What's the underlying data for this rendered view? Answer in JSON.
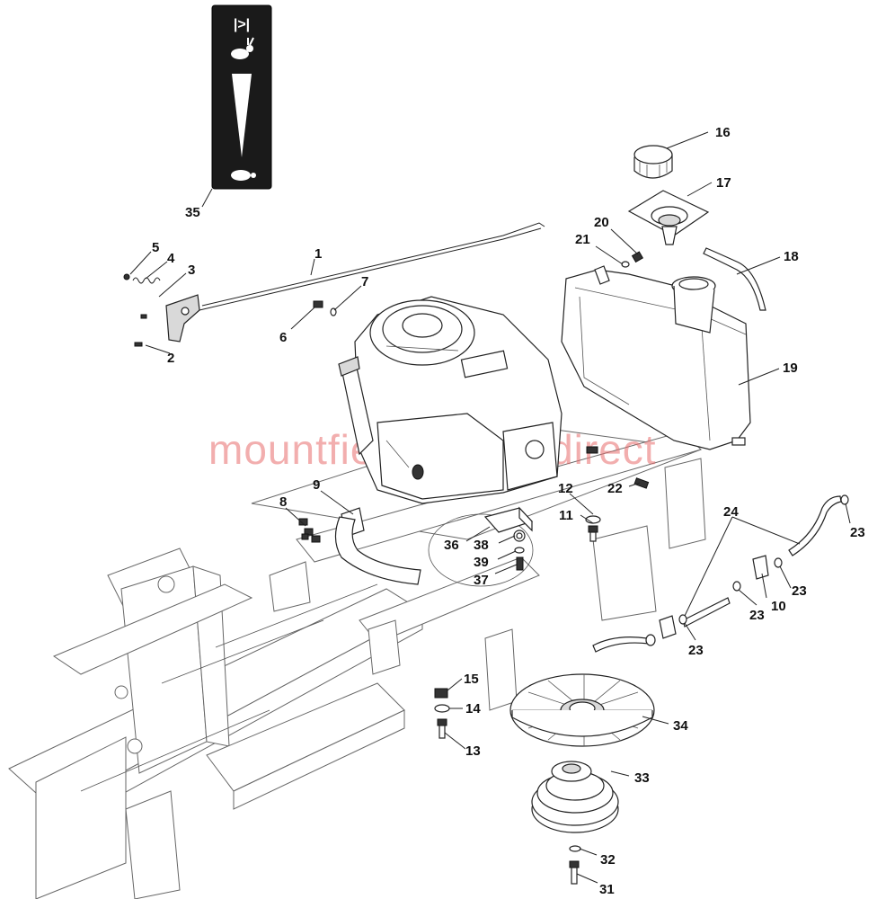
{
  "watermark": "mountfieldspares direct",
  "decal": {
    "top_symbol": "|>|",
    "fast_icon": "rabbit-icon",
    "slow_icon": "tortoise-icon",
    "colors": {
      "background": "#1a1a1a",
      "symbol": "#ffffff"
    }
  },
  "labels": {
    "p1": "1",
    "p2": "2",
    "p3": "3",
    "p4": "4",
    "p5": "5",
    "p6": "6",
    "p7": "7",
    "p8": "8",
    "p9": "9",
    "p10": "10",
    "p11": "11",
    "p12": "12",
    "p13": "13",
    "p14": "14",
    "p15": "15",
    "p16": "16",
    "p17": "17",
    "p18": "18",
    "p19": "19",
    "p20": "20",
    "p21": "21",
    "p22": "22",
    "p23a": "23",
    "p23b": "23",
    "p23c": "23",
    "p23d": "23",
    "p24": "24",
    "p31": "31",
    "p32": "32",
    "p33": "33",
    "p34": "34",
    "p35": "35",
    "p36": "36",
    "p37": "37",
    "p38": "38",
    "p39": "39"
  }
}
